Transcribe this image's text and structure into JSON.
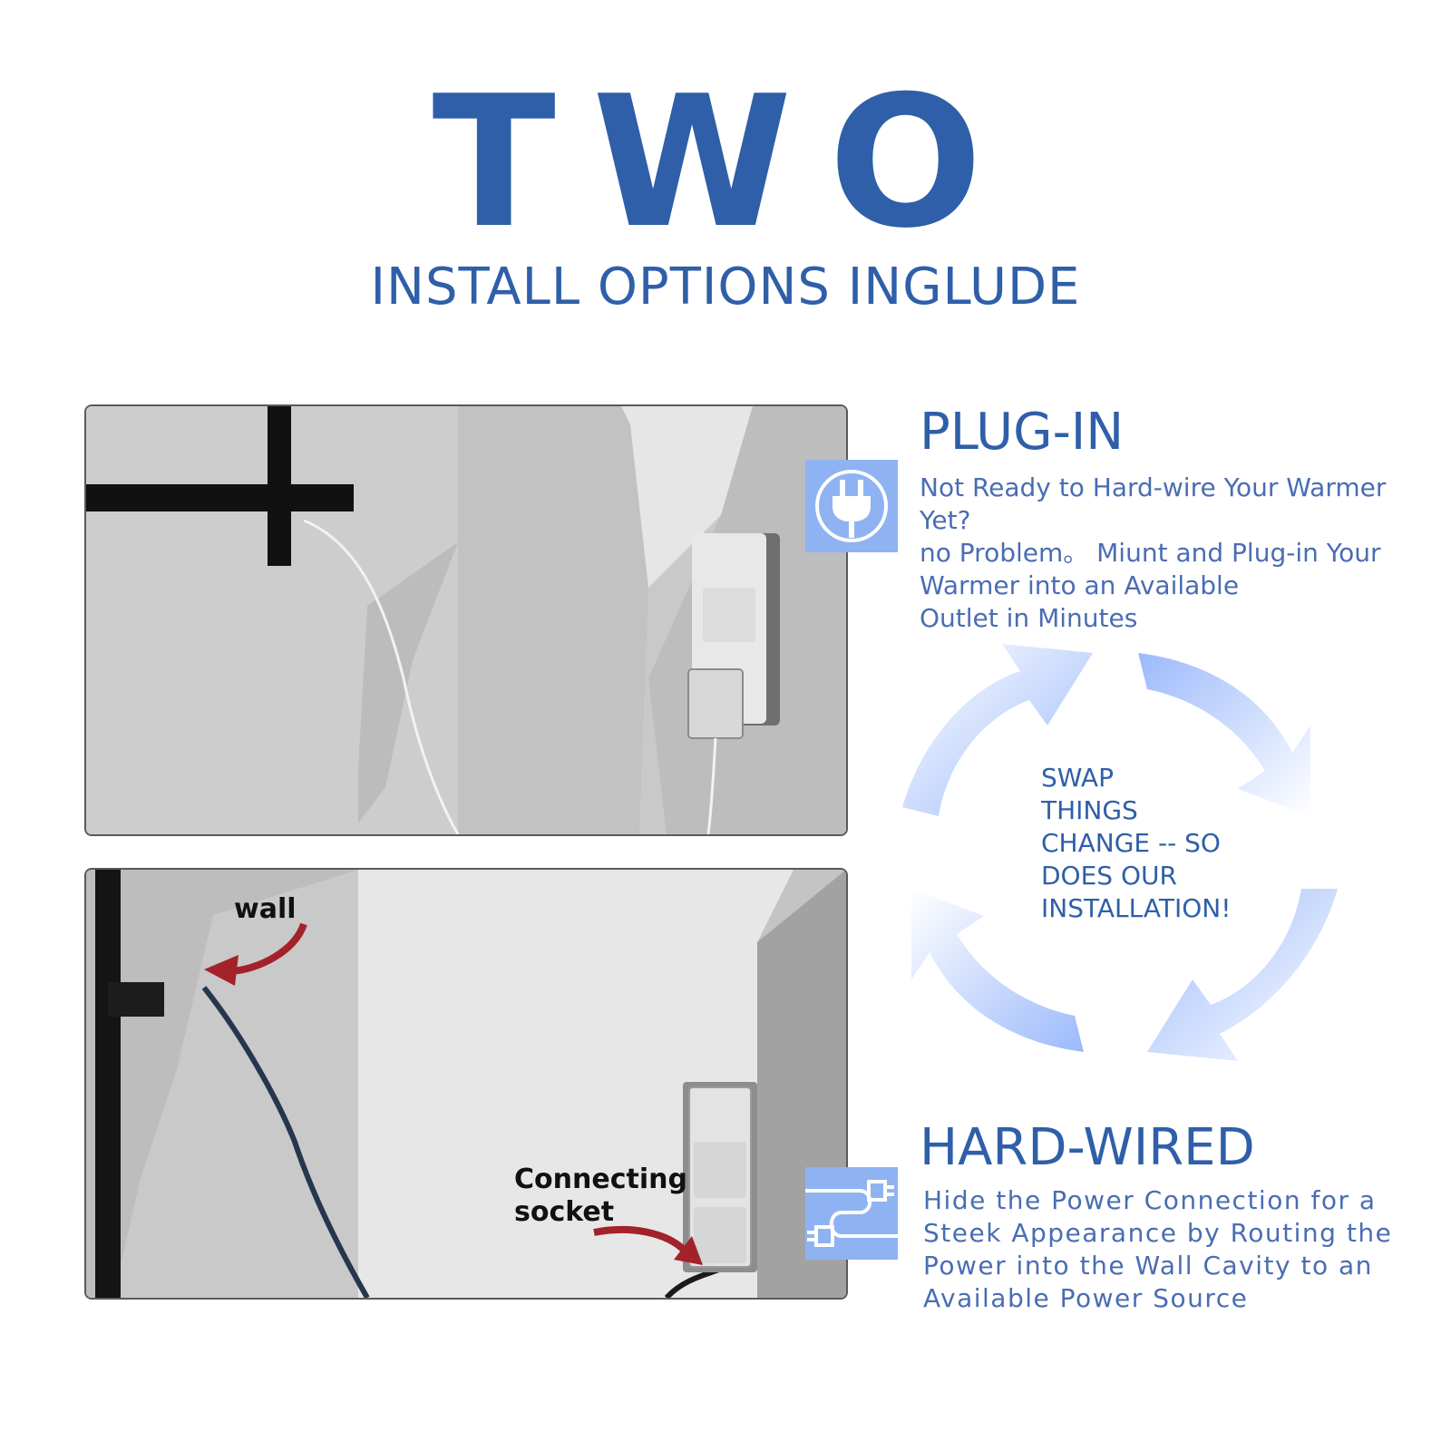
{
  "header": {
    "title": "TWO",
    "subtitle": "INSTALL OPTIONS INGLUDE"
  },
  "plug_in": {
    "title": "PLUG-IN",
    "description": "Not Ready to Hard-wire Your Warmer\nYet?\nno Problem。 Miunt and Plug-in Your\nWarmer into an Available\nOutlet in Minutes",
    "icon": "plug-icon"
  },
  "hard_wired": {
    "title": "HARD-WIRED",
    "description": "Hide the Power Connection for a\nSteek Appearance by Routing the\nPower into the Wall Cavity to an\nAvailable Power Source",
    "icon": "cable-icon"
  },
  "swap": {
    "text": "SWAP\nTHINGS\nCHANGE -- SO\nDOES OUR\nINSTALLATION!",
    "icon": "cycle-arrows-icon"
  },
  "photo_labels": {
    "wall": "wall",
    "socket": "Connecting\nsocket"
  },
  "colors": {
    "brand_blue": "#2f5fa8",
    "text_blue": "#4a6db3",
    "icon_bg": "#8fb3f2",
    "arrow_red": "#a3222a",
    "arrow_light_blue": "#a9c4fb"
  }
}
